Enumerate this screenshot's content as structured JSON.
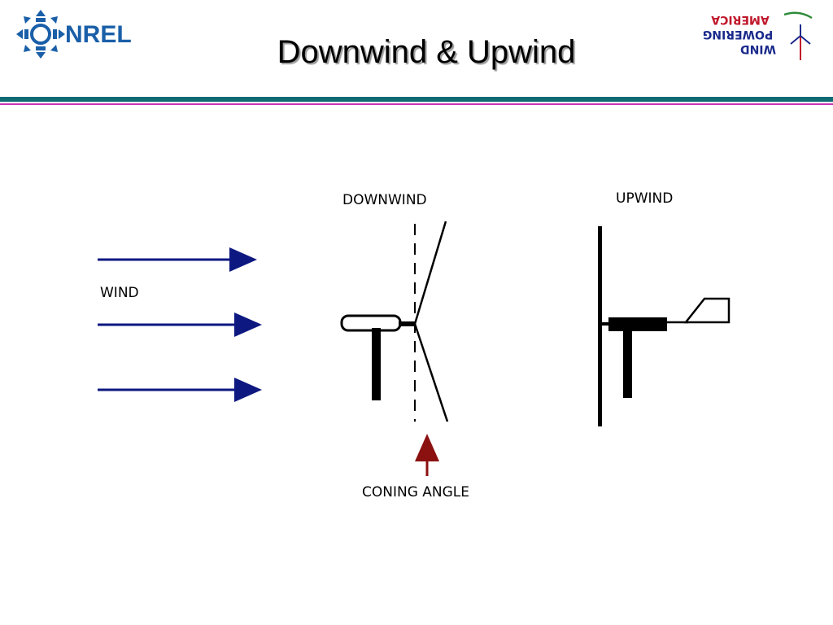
{
  "header": {
    "title": "Downwind & Upwind",
    "logo_left": {
      "text": "NREL",
      "color": "#1a5fa8"
    },
    "logo_right": {
      "lines": [
        "AMERICA",
        "POWERING",
        "WIND"
      ]
    }
  },
  "rules": {
    "teal": "#0e6b74",
    "magenta": "#c832b6"
  },
  "diagram": {
    "wind_label": "WIND",
    "downwind_label": "DOWNWIND",
    "upwind_label": "UPWIND",
    "coning_label": "CONING ANGLE",
    "wind_arrow_color": "#0d1880",
    "coning_arrow_color": "#8b1111"
  }
}
